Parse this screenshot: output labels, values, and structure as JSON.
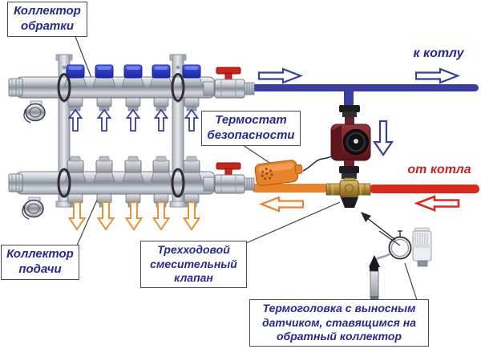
{
  "labels": {
    "return_collector": "Коллектор\nобратки",
    "supply_collector": "Коллектор\nподачи",
    "safety_thermostat": "Термостат\nбезопасности",
    "mixing_valve": "Трехходовой\nсмесительный\nклапан",
    "thermohead": "Термоголовка с выносным\nдатчиком, ставящимся на\nобратный коллектор",
    "to_boiler": "к котлу",
    "from_boiler": "от котла"
  },
  "colors": {
    "label_text": "#28288f",
    "from_boiler_text": "#c8241e",
    "pipe_supply_blue": "#3a3f9e",
    "pipe_boiler_red": "#d8291f",
    "pipe_mixed_orange": "#e8832c",
    "arrow_orange_outline": "#dd9340",
    "manifold_cap_blue": "#2e3ec9",
    "pump_body_red": "#7a2128",
    "valve_brass": "#b08a3c"
  },
  "counts": {
    "circuits": 5,
    "return_up_arrows": 5,
    "supply_down_arrows": 5
  },
  "flow_arrows": {
    "to_boiler_direction": "right",
    "from_boiler_direction": "left",
    "pump_branch_direction": "down",
    "mixed_line_direction": "left",
    "return_manifold_direction": "up",
    "supply_manifold_direction": "down"
  },
  "icons": {
    "arrow_up": "⇧",
    "arrow_down": "⇩",
    "arrow_right": "⇨",
    "arrow_left": "⇦"
  }
}
